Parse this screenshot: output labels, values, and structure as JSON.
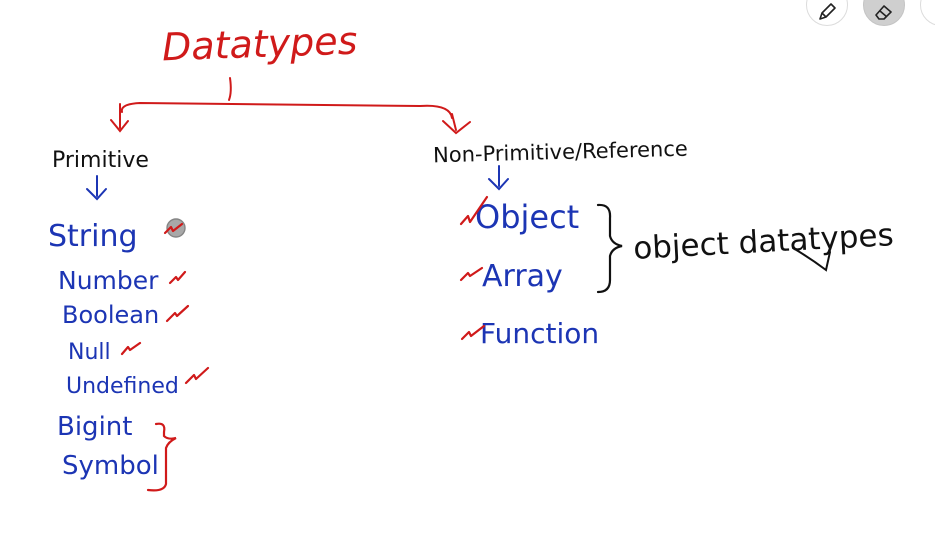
{
  "title": "Datatypes",
  "primitive": {
    "heading": "Primitive",
    "items": [
      "String",
      "Number",
      "Boolean",
      "Null",
      "Undefined",
      "Bigint",
      "Symbol"
    ]
  },
  "non_primitive": {
    "heading": "Non-Primitive/Reference",
    "items": [
      "Object",
      "Array",
      "Function"
    ],
    "group_label": "object datatypes"
  },
  "colors": {
    "ink_red": "#d01a1a",
    "ink_blue": "#1c35b4",
    "ink_black": "#111111",
    "toolbar_active": "#cfcfcf"
  },
  "toolbar": {
    "pen_icon": "pencil-icon",
    "eraser_icon": "eraser-icon"
  }
}
